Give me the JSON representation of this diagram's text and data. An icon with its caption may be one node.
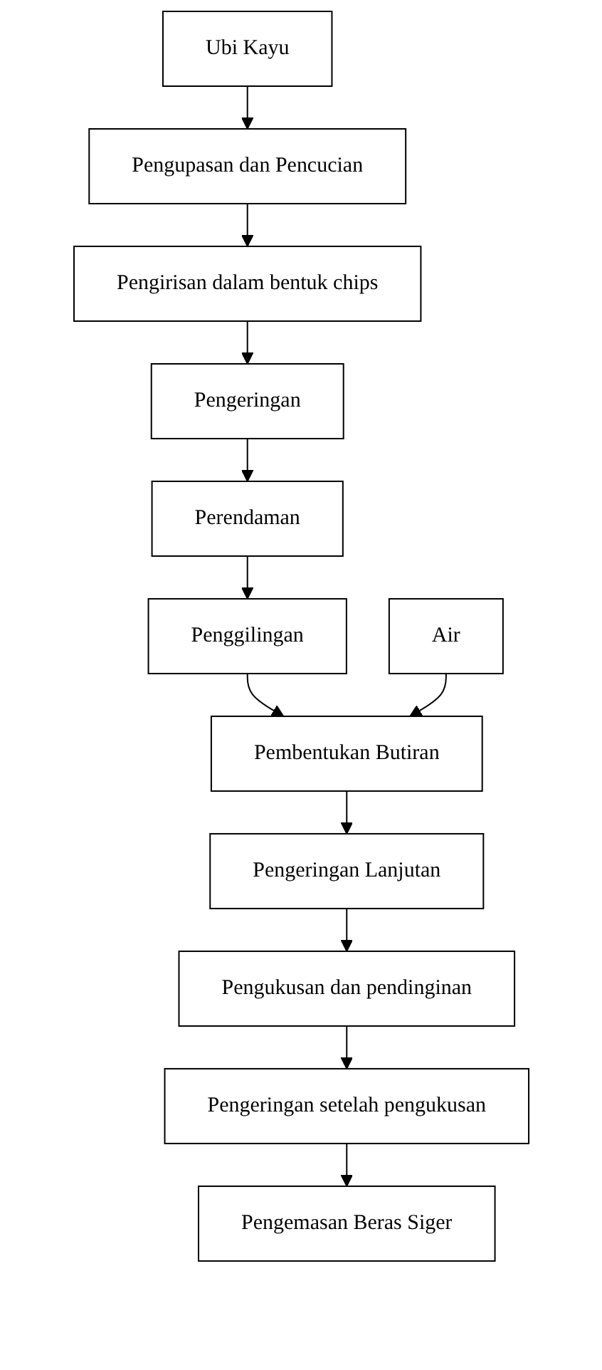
{
  "diagram": {
    "nodes": [
      {
        "text": [
          "Ubi Kayu"
        ]
      },
      {
        "text": [
          "Pengupasan dan Pencucian"
        ]
      },
      {
        "text": [
          "Pengirisan dalam bentuk chips"
        ]
      },
      {
        "text": [
          "Pengeringan"
        ]
      },
      {
        "text": [
          "Perendaman"
        ]
      },
      {
        "text": [
          "Penggilingan"
        ]
      },
      {
        "text": [
          "Air"
        ]
      },
      {
        "text": [
          "Pembentukan Butiran"
        ]
      },
      {
        "text": [
          "Pengeringan Lanjutan"
        ]
      },
      {
        "text": [
          "Pengukusan dan pendinginan"
        ]
      },
      {
        "text": [
          "Pengeringan setelah pengukusan"
        ]
      },
      {
        "text": [
          "Pengemasan Beras Siger"
        ]
      }
    ],
    "edges": [
      {
        "from": 0,
        "to": 1,
        "arrow": "to"
      },
      {
        "from": 1,
        "to": 2,
        "arrow": "to"
      },
      {
        "from": 2,
        "to": 3,
        "arrow": "to"
      },
      {
        "from": 3,
        "to": 4,
        "arrow": "to"
      },
      {
        "from": 4,
        "to": 5,
        "arrow": "to"
      },
      {
        "from": 5,
        "to": 7,
        "arrow": "to"
      },
      {
        "from": 6,
        "to": 7,
        "arrow": "to"
      },
      {
        "from": 7,
        "to": 8,
        "arrow": "to"
      },
      {
        "from": 8,
        "to": 9,
        "arrow": "to"
      },
      {
        "from": 9,
        "to": 10,
        "arrow": "to"
      },
      {
        "from": 10,
        "to": 11,
        "arrow": "to"
      }
    ]
  }
}
